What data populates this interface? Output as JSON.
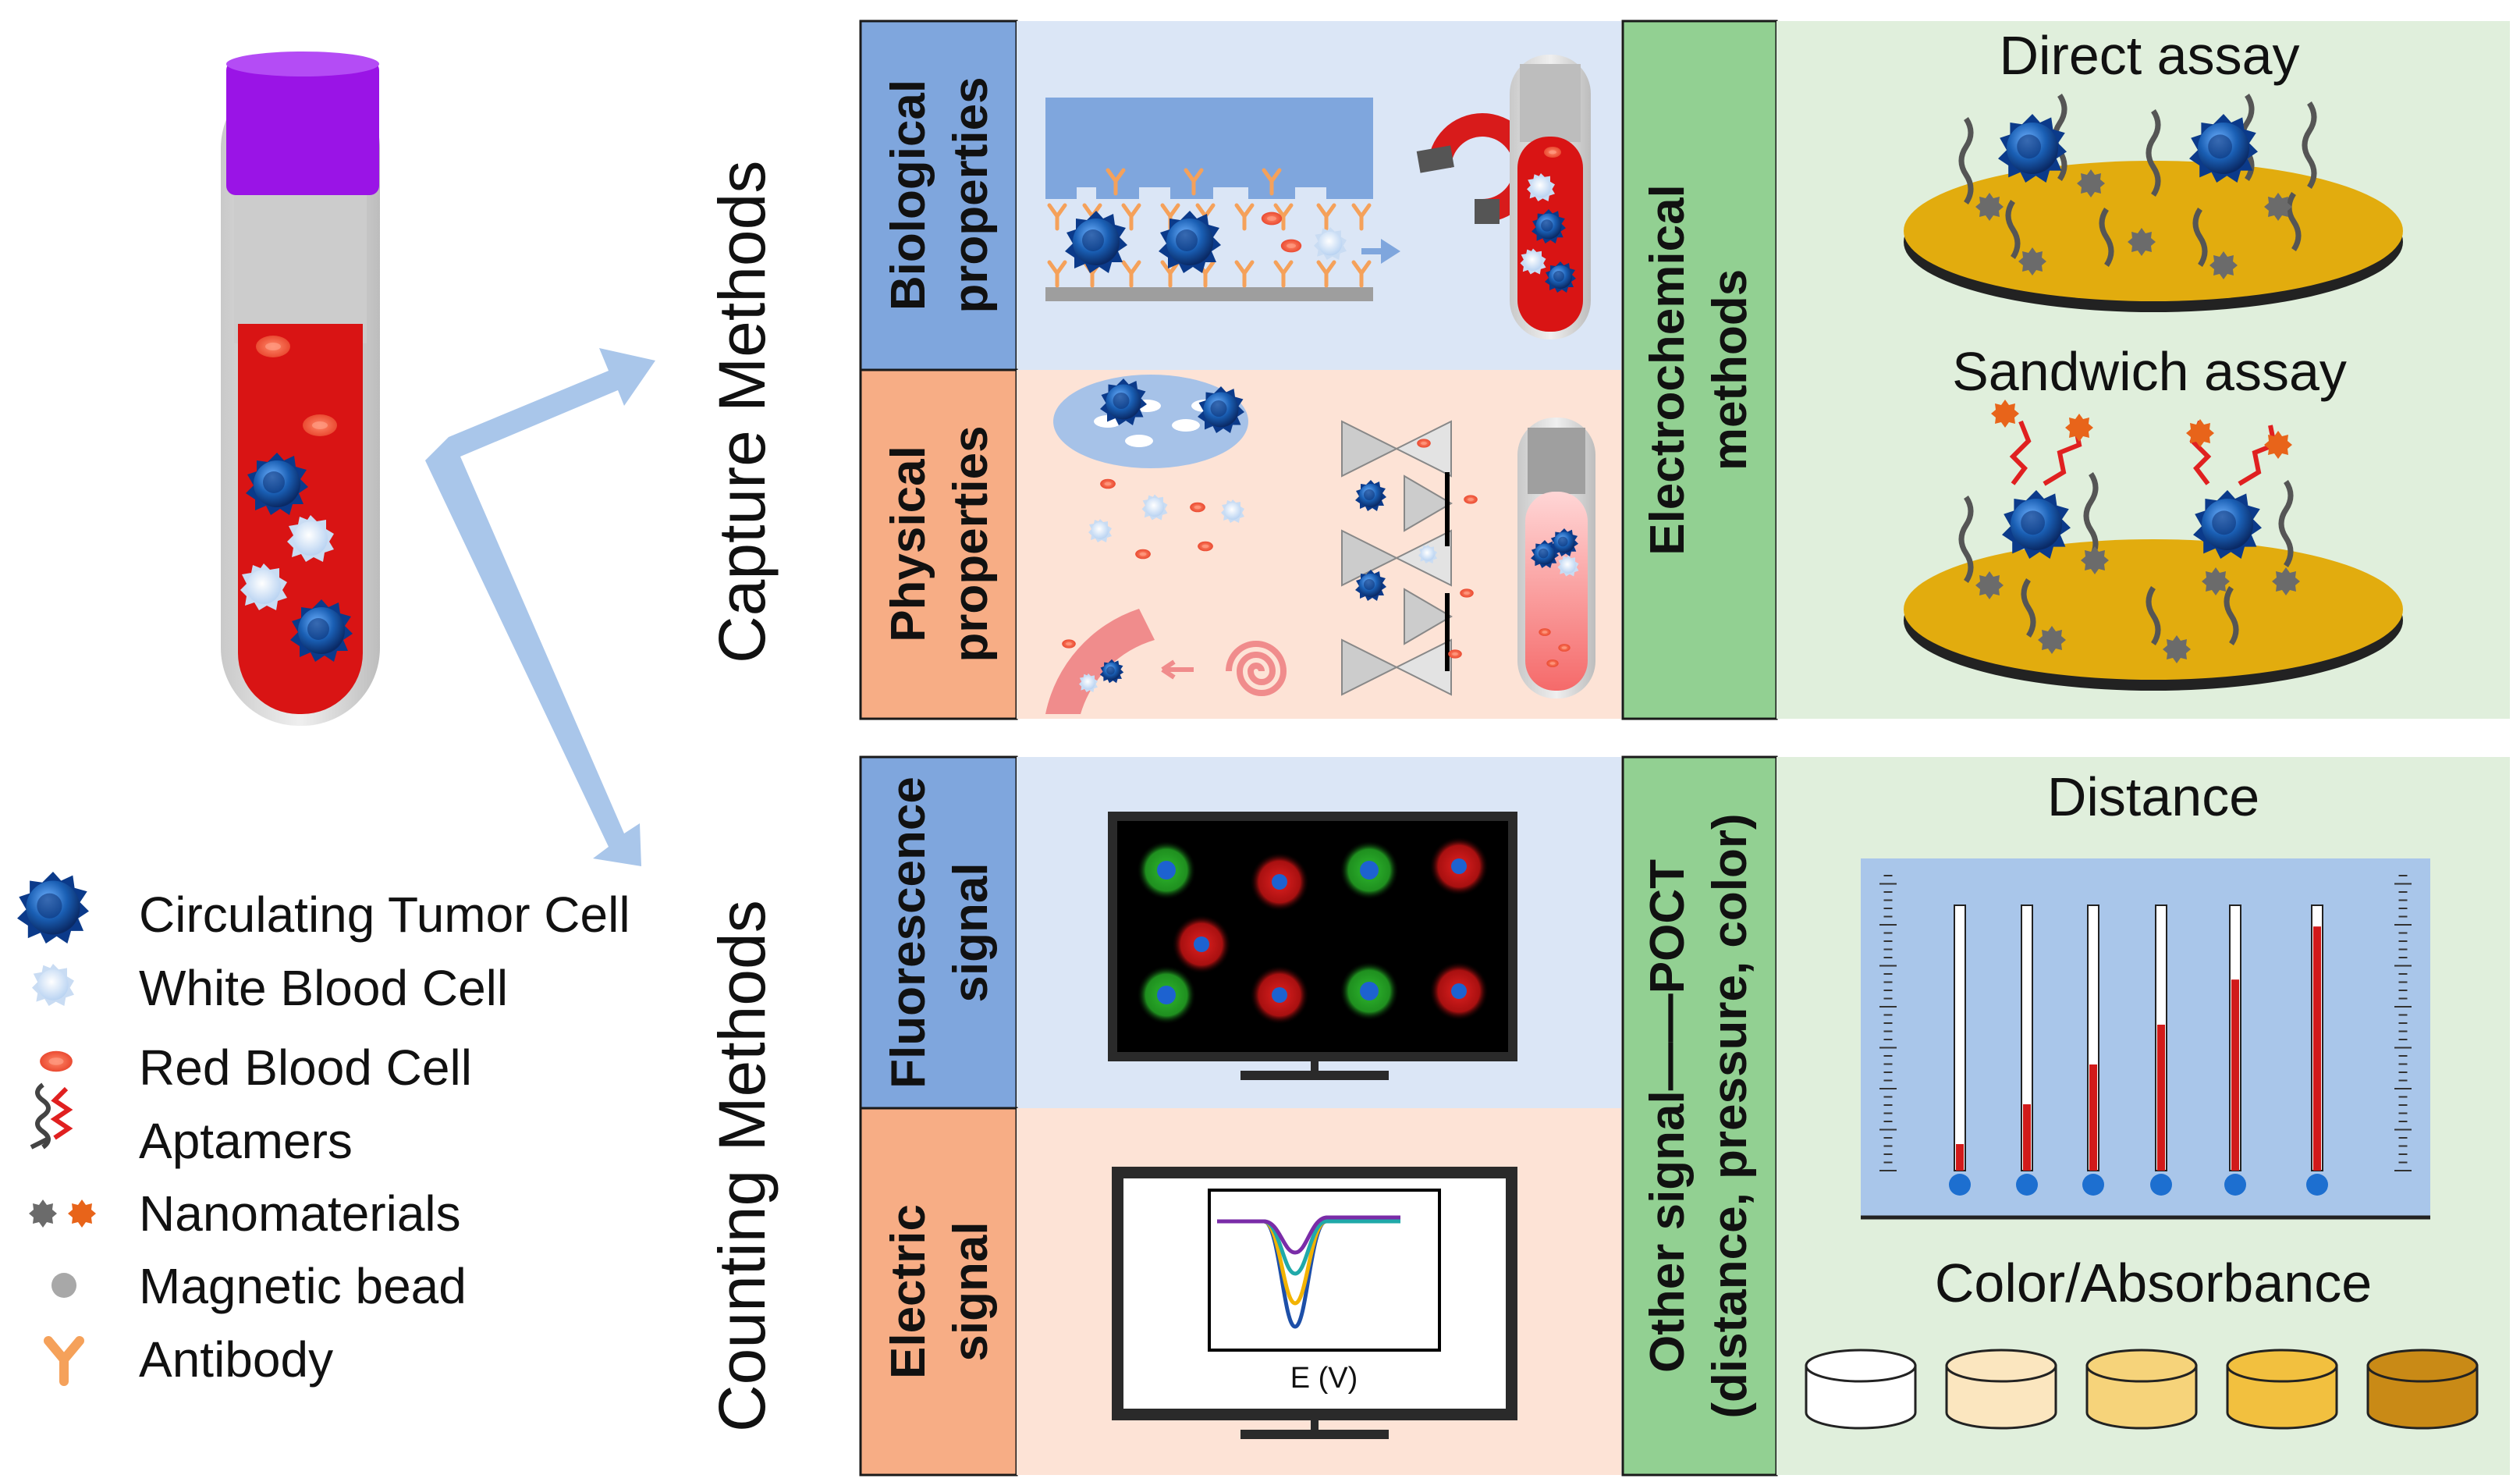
{
  "section_titles": {
    "capture": "Capture Methods",
    "counting": "Counting Methods"
  },
  "capture_panels": {
    "biological_line1": "Biological",
    "biological_line2": "properties",
    "physical_line1": "Physical",
    "physical_line2": "properties",
    "electrochemical_line1": "Electrochemical",
    "electrochemical_line2": "methods"
  },
  "electrochemical_assays": {
    "direct": "Direct assay",
    "sandwich": "Sandwich assay"
  },
  "counting_panels": {
    "fluorescence_line1": "Fluorescence",
    "fluorescence_line2": "signal",
    "electric_line1": "Electric",
    "electric_line2": "signal",
    "other_line1": "Other signal——POCT",
    "other_line2": "(distance, pressure, color)"
  },
  "electric_plot_xlabel": "E (V)",
  "poct": {
    "distance_title": "Distance",
    "color_title": "Color/Absorbance",
    "thermometer_fill_levels": [
      0.1,
      0.25,
      0.4,
      0.55,
      0.72,
      0.92
    ],
    "cup_colors": [
      "#ffffff",
      "#fbe6bf",
      "#f6d37a",
      "#f2c03f",
      "#c98a16"
    ]
  },
  "legend": [
    {
      "icon": "circulating-tumor-cell-icon",
      "label": "Circulating Tumor Cell"
    },
    {
      "icon": "white-blood-cell-icon",
      "label": "White Blood Cell"
    },
    {
      "icon": "red-blood-cell-icon",
      "label": "Red Blood Cell"
    },
    {
      "icon": "aptamers-icon",
      "label": "Aptamers"
    },
    {
      "icon": "nanomaterials-icon",
      "label": "Nanomaterials"
    },
    {
      "icon": "magnetic-bead-icon",
      "label": "Magnetic bead"
    },
    {
      "icon": "antibody-icon",
      "label": "Antibody"
    }
  ],
  "colors": {
    "ctc_blue": "#1a5fb4",
    "rbc_red": "#e8442c",
    "wbc_light": "#dfeaf8",
    "blood_red": "#d91414",
    "tube_cap": "#9a14e6",
    "electrode_gold": "#e2ac0e",
    "arrow_blue": "#a9c6ea",
    "panel_blue_label": "#7fa6dd",
    "panel_blue_bg": "#dbe6f6",
    "panel_orange_label": "#f7ad85",
    "panel_orange_bg": "#fde3d6",
    "panel_green_label": "#92d092",
    "panel_green_bg": "#e0efdc"
  }
}
